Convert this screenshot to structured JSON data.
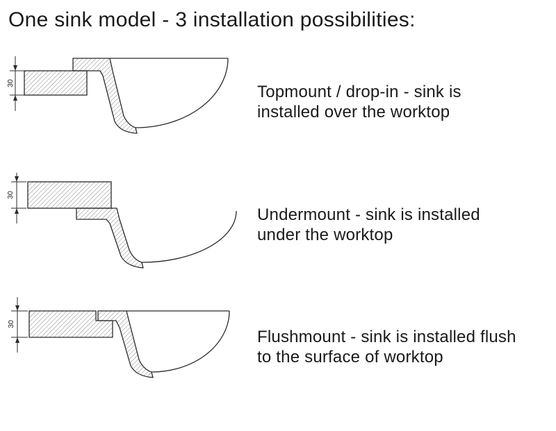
{
  "page": {
    "title": "One sink model - 3 installation possibilities:"
  },
  "diagrams": [
    {
      "name": "topmount",
      "dimension_label": "30",
      "description": "Topmount / drop-in - sink is installed over the worktop"
    },
    {
      "name": "undermount",
      "dimension_label": "30",
      "description": "Undermount - sink is installed under the worktop"
    },
    {
      "name": "flushmount",
      "dimension_label": "30",
      "description": "Flushmount - sink is installed flush to the surface of worktop"
    }
  ],
  "colors": {
    "line": "#2b2b2b",
    "hatch": "#777777",
    "text": "#1a1a1a"
  }
}
